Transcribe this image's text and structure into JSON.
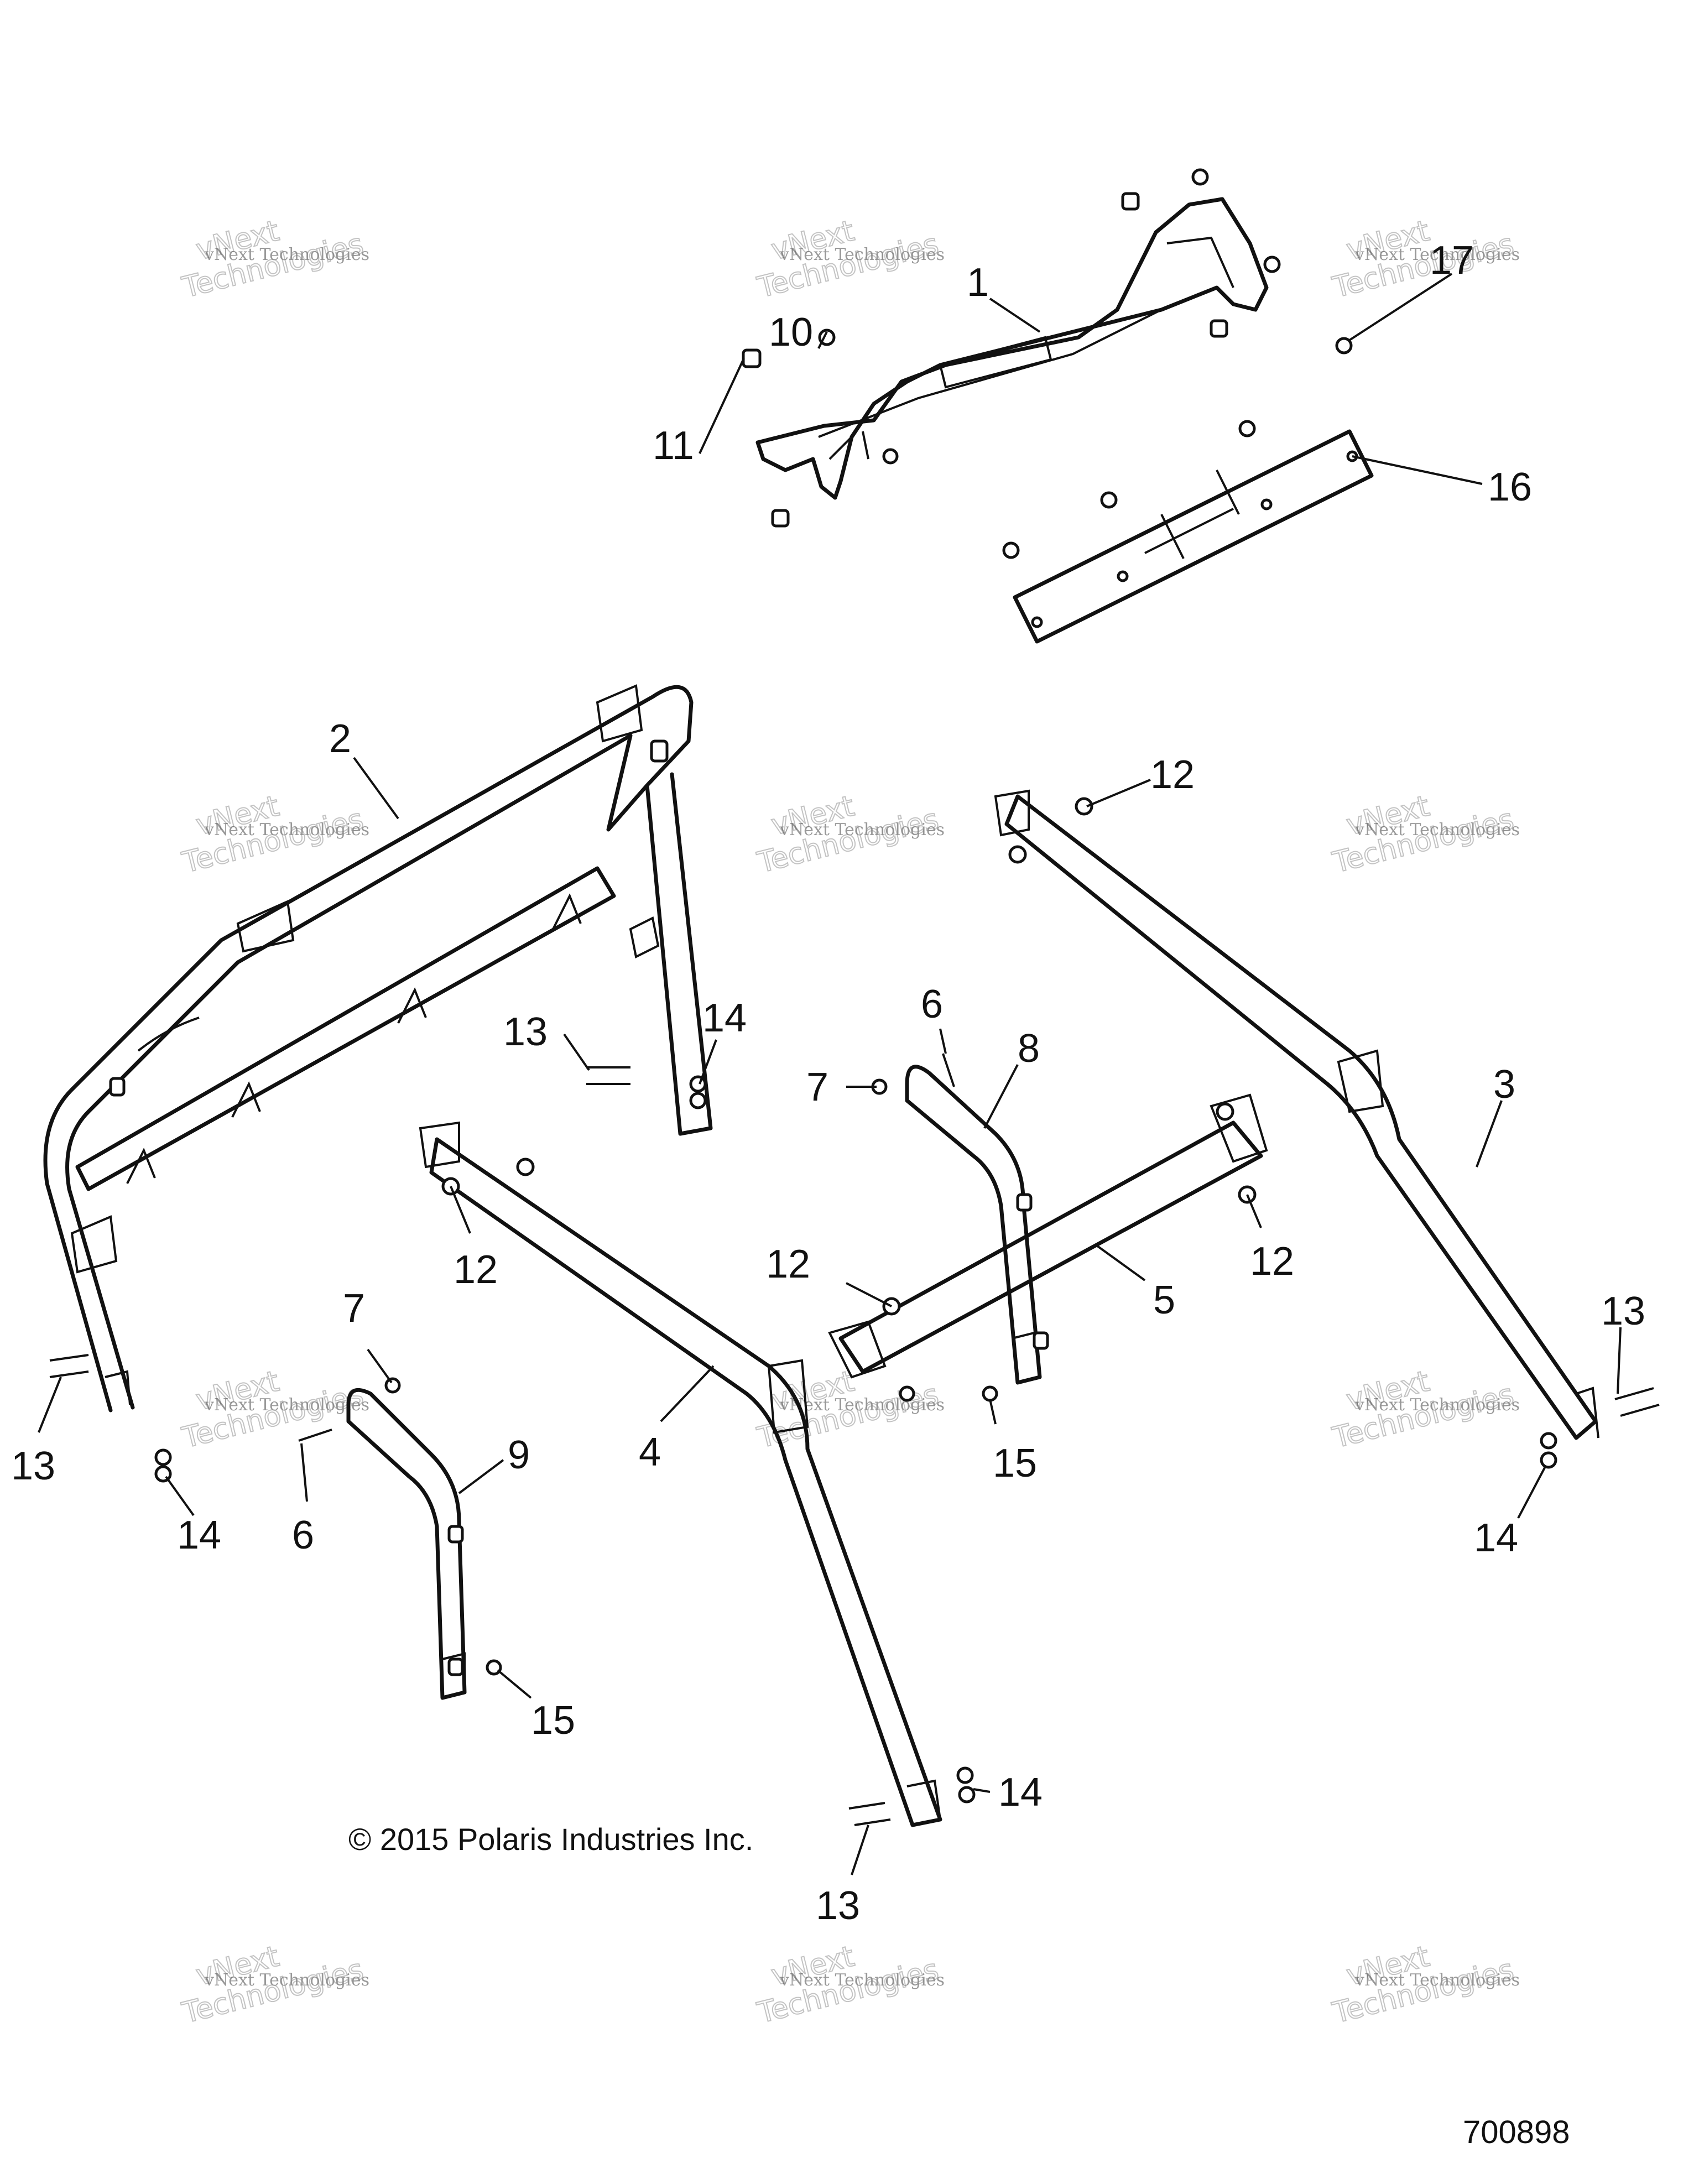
{
  "watermark": {
    "line1": "vNext Technologies",
    "line2": "vNext",
    "line3": "Technologies"
  },
  "copyright": "© 2015 Polaris Industries Inc.",
  "figure_number": "700898",
  "callouts": {
    "c1": "1",
    "c2": "2",
    "c3": "3",
    "c4": "4",
    "c5": "5",
    "c6a": "6",
    "c6b": "6",
    "c7a": "7",
    "c7b": "7",
    "c8": "8",
    "c9": "9",
    "c10": "10",
    "c11": "11",
    "c12a": "12",
    "c12b": "12",
    "c12c": "12",
    "c12d": "12",
    "c13a": "13",
    "c13b": "13",
    "c13c": "13",
    "c13d": "13",
    "c14a": "14",
    "c14b": "14",
    "c14c": "14",
    "c14d": "14",
    "c15a": "15",
    "c15b": "15",
    "c16": "16",
    "c17": "17"
  }
}
